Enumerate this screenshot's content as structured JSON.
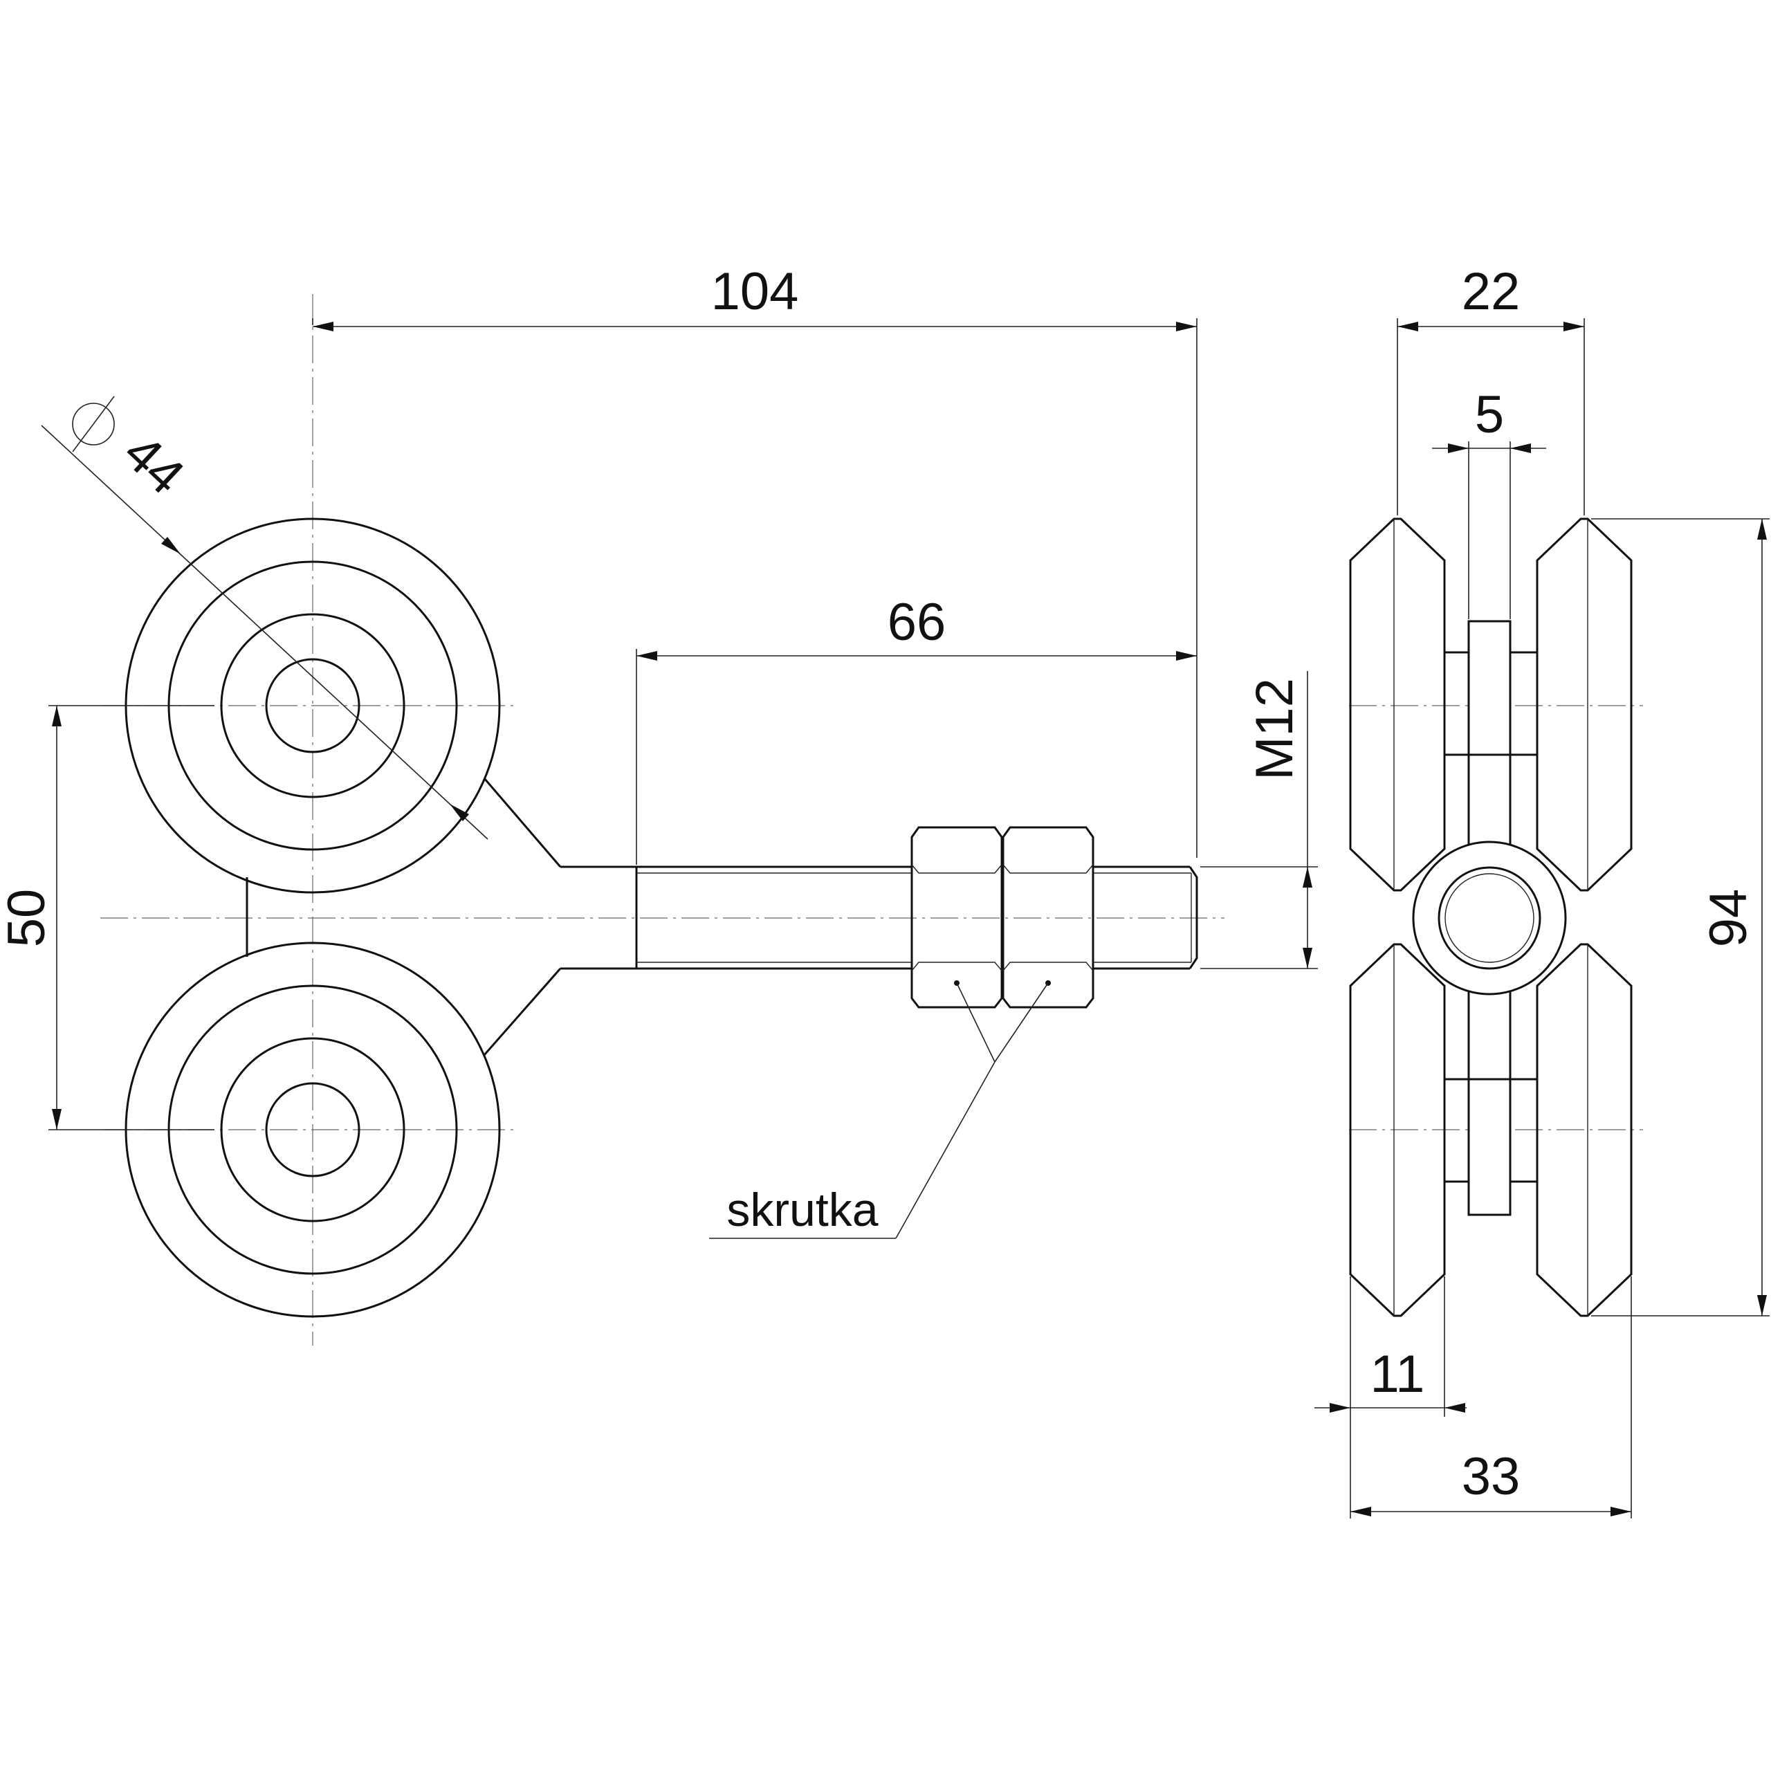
{
  "dimensions": {
    "overall_length": "104",
    "thread_length": "66",
    "wheel_diameter": "44",
    "wheel_spacing": "50",
    "thread": "M12",
    "wheel_pair_width": "22",
    "plate_thickness": "5",
    "overall_height": "94",
    "wheel_width": "11",
    "overall_width": "33"
  },
  "labels": {
    "callout": "skrutka"
  },
  "symbols": {
    "diameter": "diameter-symbol"
  },
  "colors": {
    "line": "#111111",
    "background": "#ffffff"
  }
}
